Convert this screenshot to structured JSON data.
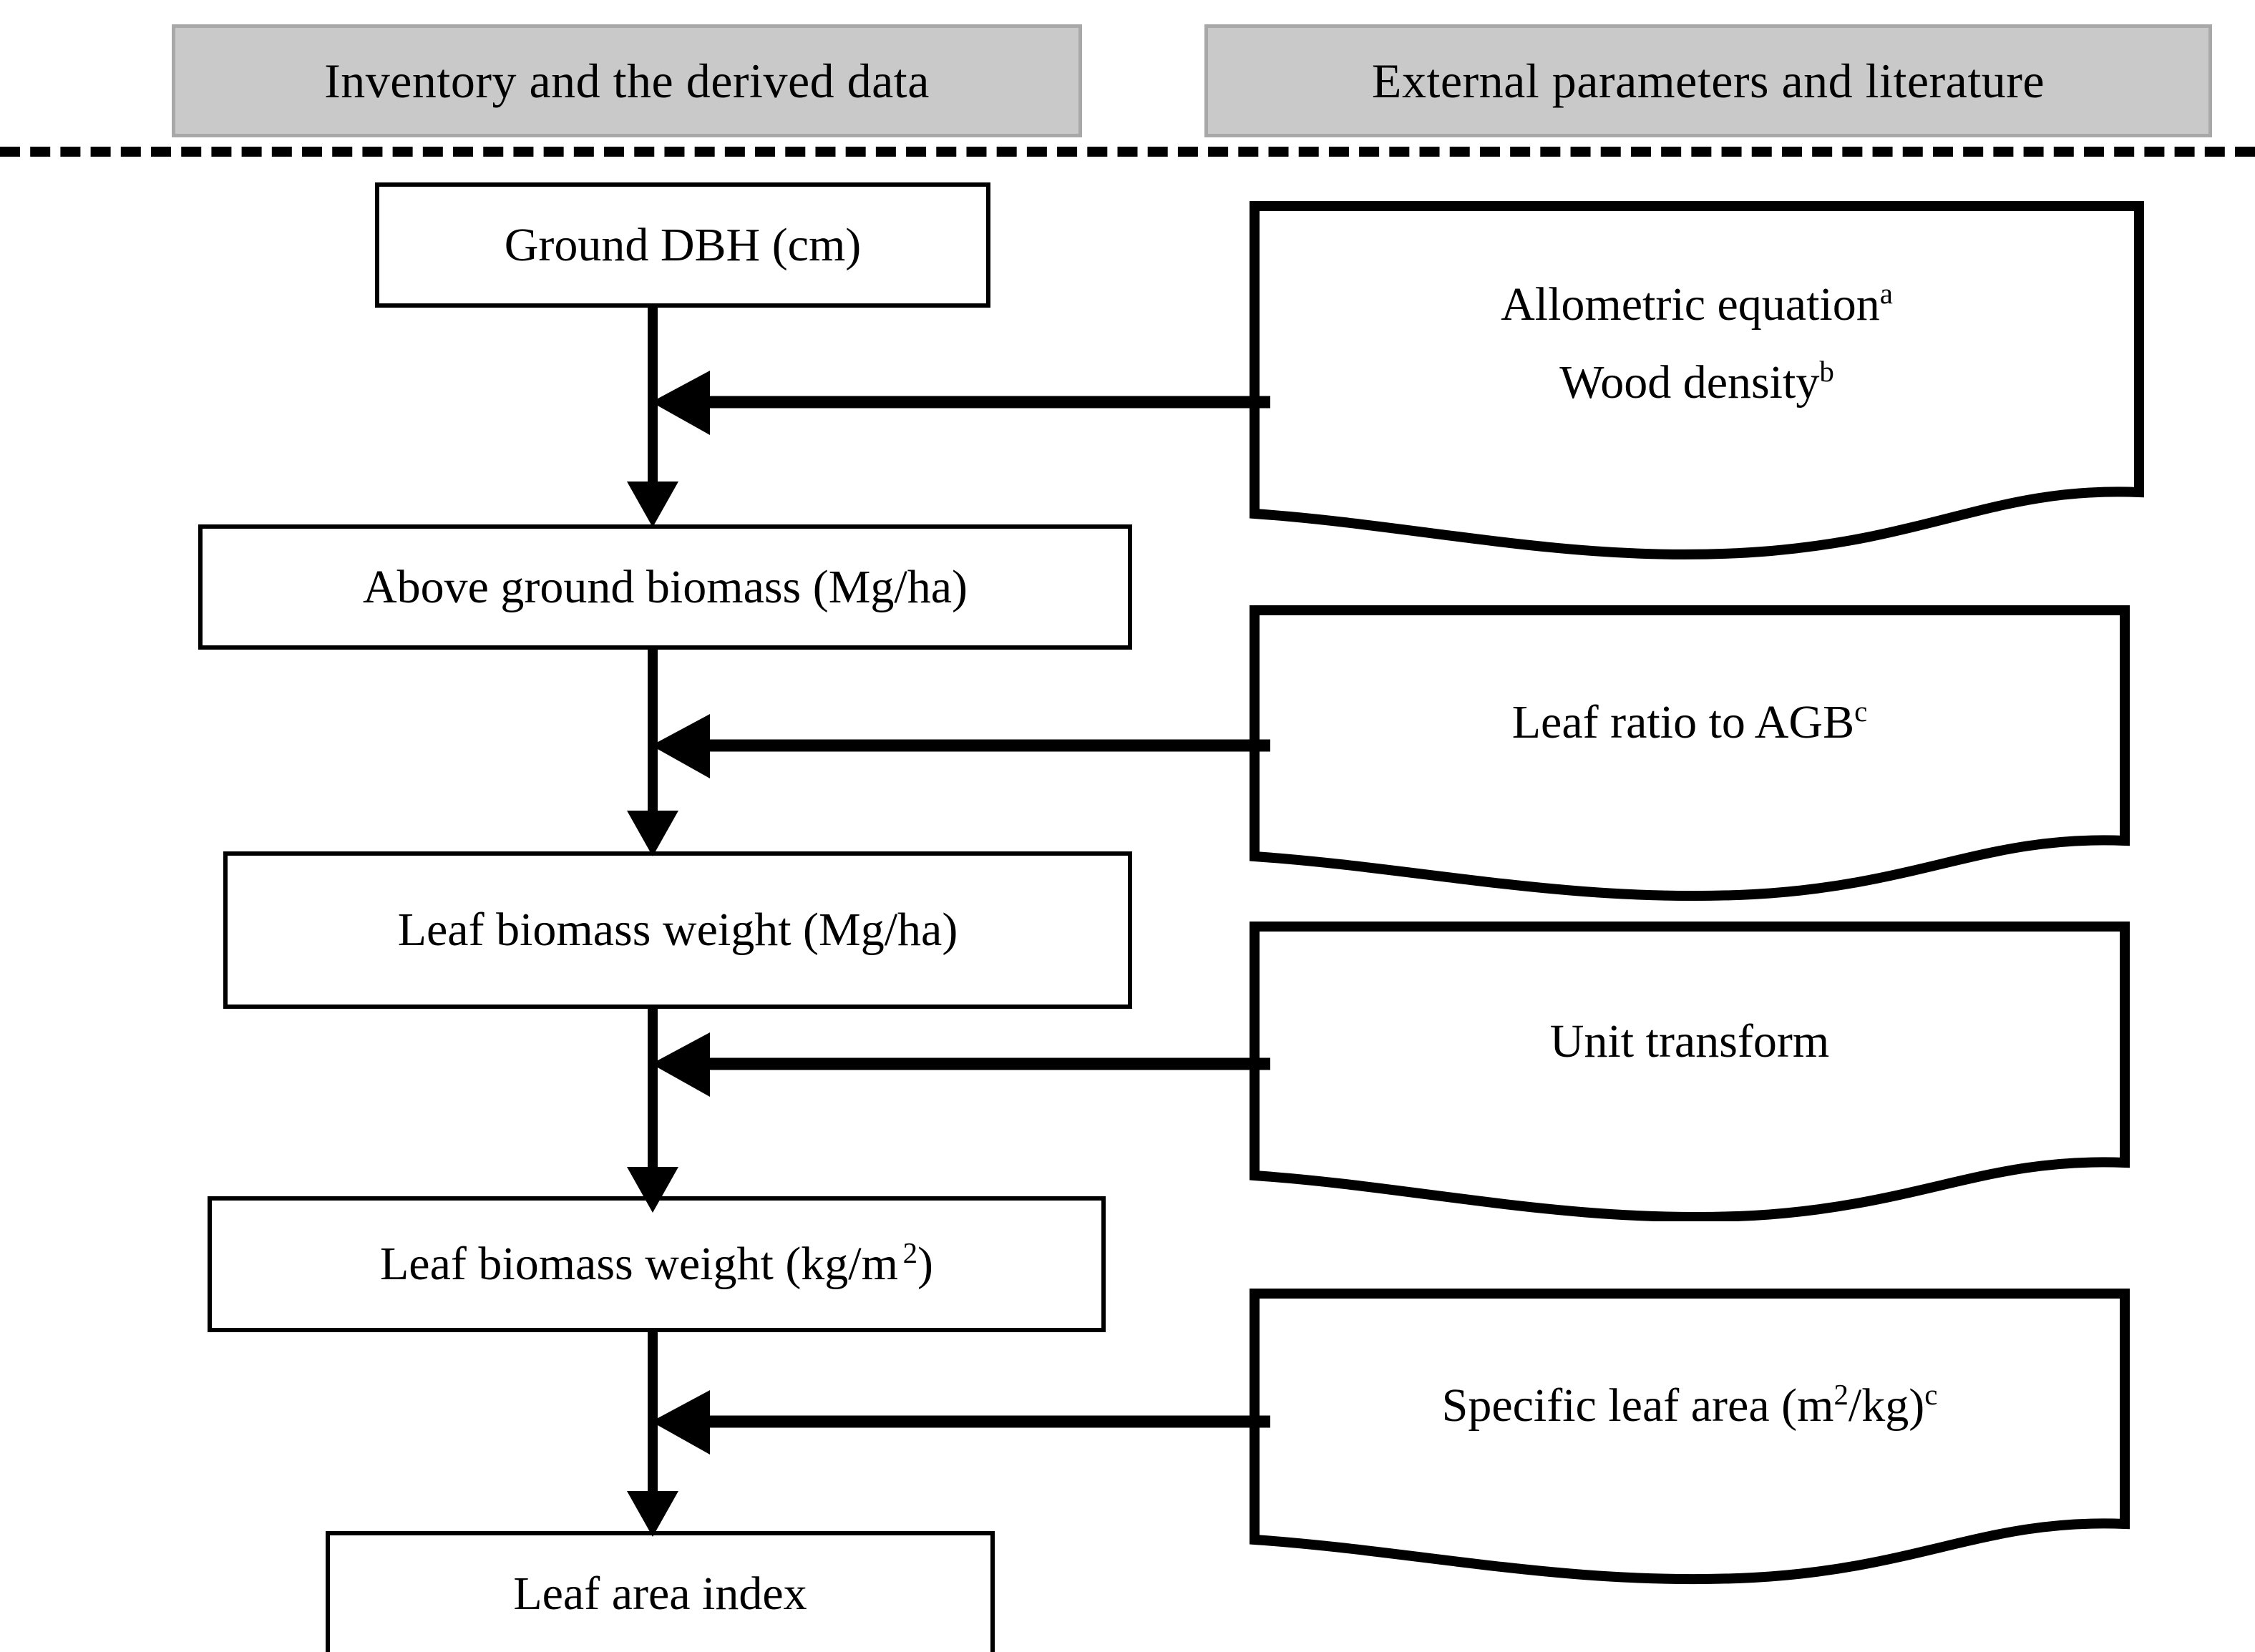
{
  "diagram": {
    "title_left": "Inventory and the derived data",
    "title_right": "External parameters and literature",
    "left_column": [
      {
        "id": "ground-dbh",
        "label": "Ground DBH (cm)"
      },
      {
        "id": "above-ground-biomass",
        "label": "Above ground biomass (Mg/ha)"
      },
      {
        "id": "leaf-biomass-mgha",
        "label": "Leaf biomass weight (Mg/ha)"
      },
      {
        "id": "leaf-biomass-kgm2",
        "label": "Leaf biomass weight (kg/m",
        "sup": "2",
        "label_tail": ")"
      },
      {
        "id": "leaf-area-index",
        "label": "Leaf area index"
      }
    ],
    "right_column": [
      {
        "id": "allometric-wood-density",
        "lines": [
          {
            "text": "Allometric equation",
            "sup": "a"
          },
          {
            "text": "Wood density",
            "sup": "b"
          }
        ]
      },
      {
        "id": "leaf-ratio-agb",
        "lines": [
          {
            "text": "Leaf ratio to AGB",
            "sup": "c"
          }
        ]
      },
      {
        "id": "unit-transform",
        "lines": [
          {
            "text": "Unit transform",
            "sup": ""
          }
        ]
      },
      {
        "id": "specific-leaf-area",
        "lines": [
          {
            "text": "Specific leaf area (m",
            "sup": "2",
            "tail": "/kg)",
            "sup2": "c"
          }
        ]
      }
    ],
    "colors": {
      "banner_fill": "#c9c9c9",
      "banner_border": "#a8a8a8",
      "stroke": "#000000",
      "page": "#ffffff"
    }
  }
}
